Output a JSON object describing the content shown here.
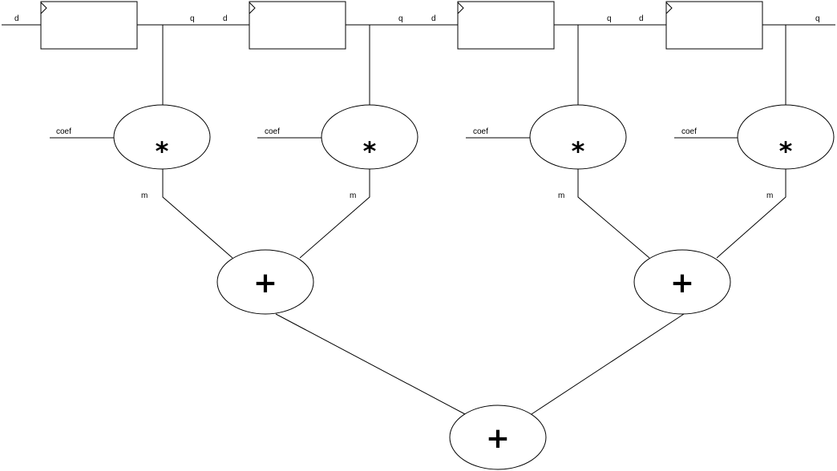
{
  "registers": [
    {
      "in_label": "d",
      "out_label": "q"
    },
    {
      "in_label": "d",
      "out_label": "q"
    },
    {
      "in_label": "d",
      "out_label": "q"
    },
    {
      "in_label": "d",
      "out_label": "q"
    }
  ],
  "multipliers": [
    {
      "symbol": "*",
      "coef_label": "coef",
      "out_label": "m"
    },
    {
      "symbol": "*",
      "coef_label": "coef",
      "out_label": "m"
    },
    {
      "symbol": "*",
      "coef_label": "coef",
      "out_label": "m"
    },
    {
      "symbol": "*",
      "coef_label": "coef",
      "out_label": "m"
    }
  ],
  "adders": [
    {
      "symbol": "+"
    },
    {
      "symbol": "+"
    },
    {
      "symbol": "+"
    }
  ]
}
